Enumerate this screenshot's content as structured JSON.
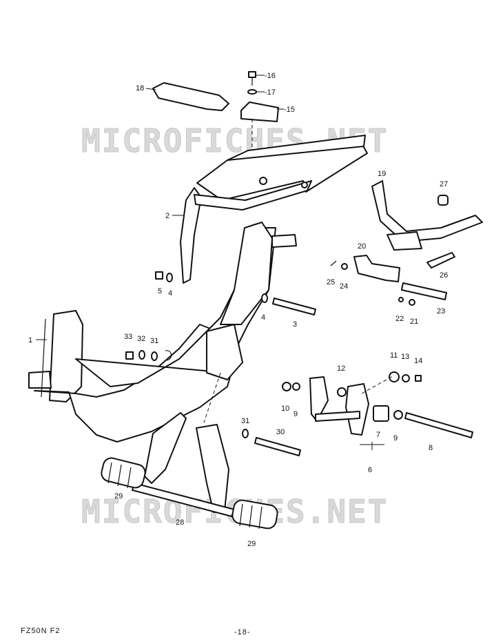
{
  "watermark": "MICROFICHES.NET",
  "footer": {
    "model": "FZ50N F2",
    "page": "-18-"
  },
  "callouts": {
    "c1": "1",
    "c2": "2",
    "c3": "3",
    "c4a": "4",
    "c4b": "4",
    "c5": "5",
    "c6": "6",
    "c7": "7",
    "c8": "8",
    "c9a": "9",
    "c9b": "9",
    "c10": "10",
    "c11": "11",
    "c12": "12",
    "c13": "13",
    "c14": "14",
    "c15": "-15",
    "c16": "-16",
    "c17": "-17",
    "c18": "18",
    "c19": "19",
    "c20": "20",
    "c21": "21",
    "c22": "22",
    "c23": "23",
    "c24": "24",
    "c25": "25",
    "c26": "26",
    "c27": "27",
    "c28": "28",
    "c29a": "29",
    "c29b": "29",
    "c30": "30",
    "c31a": "31",
    "c31b": "31",
    "c32": "32",
    "c33": "33"
  }
}
